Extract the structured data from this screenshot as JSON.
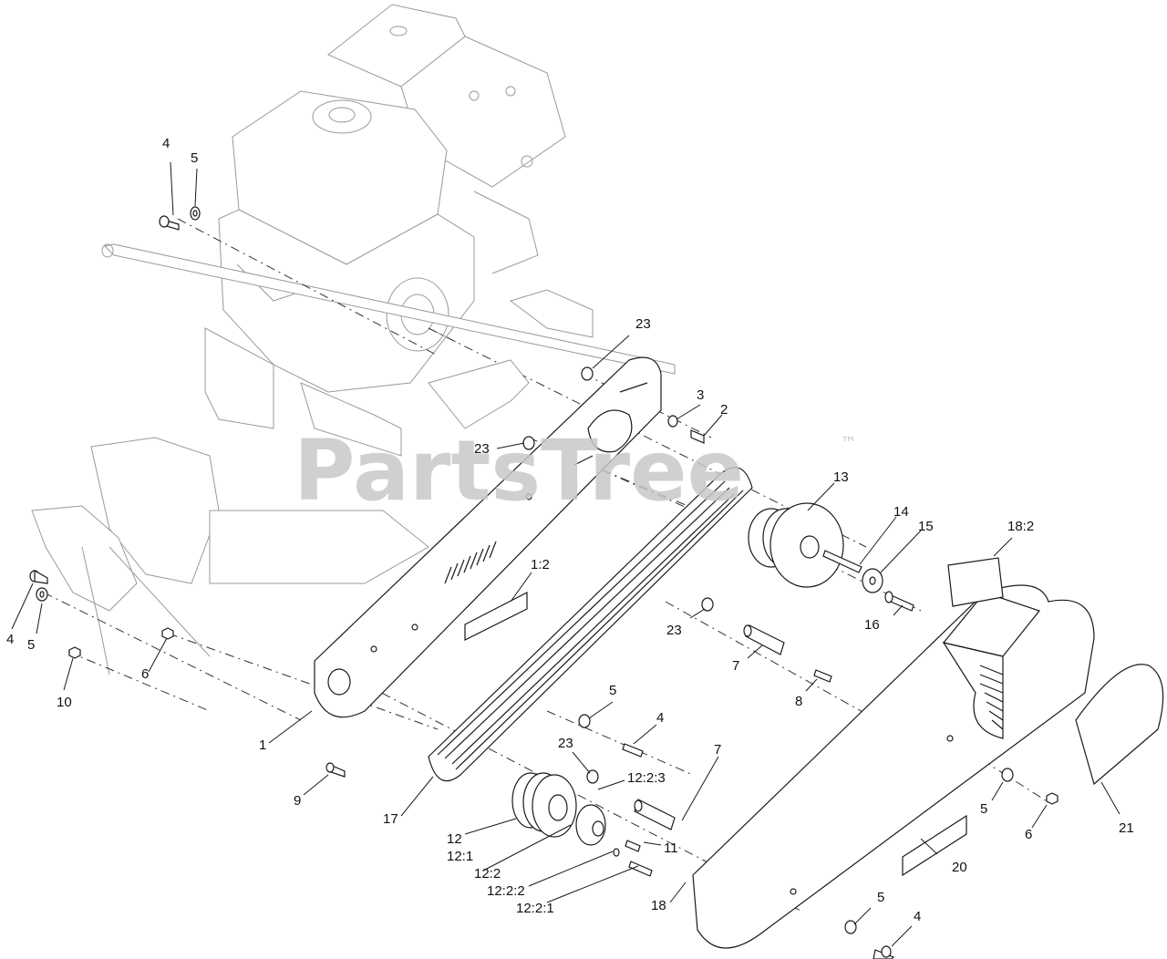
{
  "watermark": {
    "brand": "PartsTree",
    "mark": "™"
  },
  "callouts": [
    {
      "id": "c-4-a",
      "label": "4"
    },
    {
      "id": "c-5-a",
      "label": "5"
    },
    {
      "id": "c-23-a",
      "label": "23"
    },
    {
      "id": "c-3",
      "label": "3"
    },
    {
      "id": "c-2",
      "label": "2"
    },
    {
      "id": "c-23-b",
      "label": "23"
    },
    {
      "id": "c-13",
      "label": "13"
    },
    {
      "id": "c-14",
      "label": "14"
    },
    {
      "id": "c-15",
      "label": "15"
    },
    {
      "id": "c-18-2",
      "label": "18:2"
    },
    {
      "id": "c-1-2",
      "label": "1:2"
    },
    {
      "id": "c-16",
      "label": "16"
    },
    {
      "id": "c-23-c",
      "label": "23"
    },
    {
      "id": "c-7-a",
      "label": "7"
    },
    {
      "id": "c-8",
      "label": "8"
    },
    {
      "id": "c-4-b",
      "label": "4"
    },
    {
      "id": "c-5-b",
      "label": "5"
    },
    {
      "id": "c-10",
      "label": "10"
    },
    {
      "id": "c-6-a",
      "label": "6"
    },
    {
      "id": "c-1",
      "label": "1"
    },
    {
      "id": "c-5-c",
      "label": "5"
    },
    {
      "id": "c-4-c",
      "label": "4"
    },
    {
      "id": "c-23-d",
      "label": "23"
    },
    {
      "id": "c-7-b",
      "label": "7"
    },
    {
      "id": "c-12-2-3",
      "label": "12:2:3"
    },
    {
      "id": "c-9",
      "label": "9"
    },
    {
      "id": "c-17",
      "label": "17"
    },
    {
      "id": "c-12",
      "label": "12"
    },
    {
      "id": "c-12-1",
      "label": "12:1"
    },
    {
      "id": "c-11",
      "label": "11"
    },
    {
      "id": "c-12-2",
      "label": "12:2"
    },
    {
      "id": "c-12-2-2",
      "label": "12:2:2"
    },
    {
      "id": "c-12-2-1",
      "label": "12:2:1"
    },
    {
      "id": "c-18",
      "label": "18"
    },
    {
      "id": "c-5-d",
      "label": "5"
    },
    {
      "id": "c-6-b",
      "label": "6"
    },
    {
      "id": "c-20",
      "label": "20"
    },
    {
      "id": "c-21",
      "label": "21"
    },
    {
      "id": "c-5-e",
      "label": "5"
    },
    {
      "id": "c-4-d",
      "label": "4"
    }
  ]
}
